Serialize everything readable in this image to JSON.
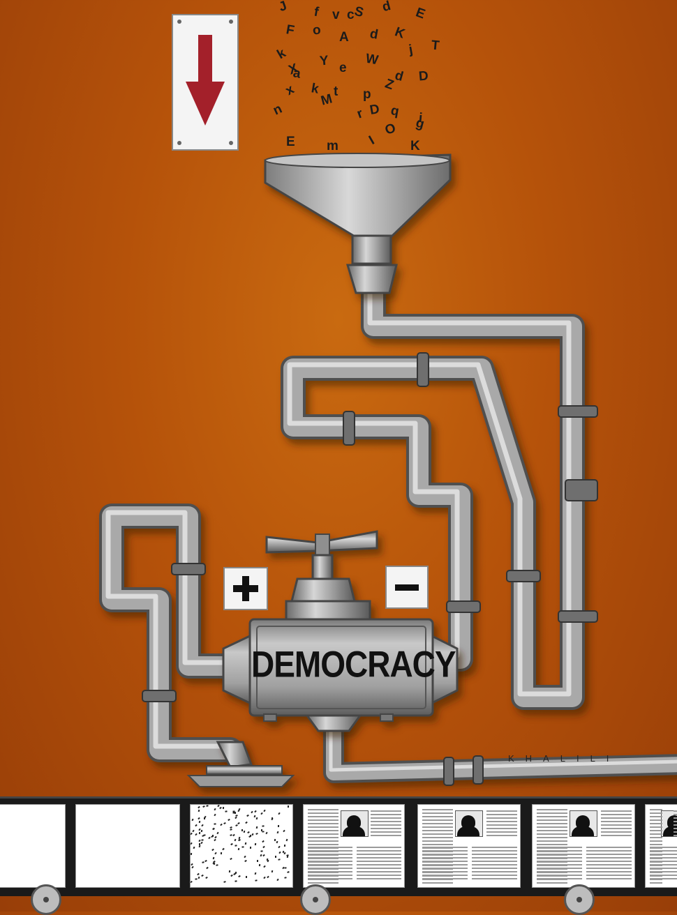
{
  "machine_label": "DEMOCRACY",
  "artist_signature": "KHALILI",
  "signs": {
    "arrow": "down-arrow-icon",
    "plus": "+",
    "minus": "−"
  },
  "falling_letters": [
    "J",
    "f",
    "v",
    "c",
    "S",
    "d",
    "E",
    "k",
    "F",
    "o",
    "A",
    "d",
    "K",
    "T",
    "j",
    "X",
    "a",
    "Y",
    "e",
    "W",
    "d",
    "D",
    "x",
    "k",
    "t",
    "p",
    "Z",
    "n",
    "M",
    "D",
    "r",
    "q",
    "i",
    "E",
    "m",
    "I",
    "O",
    "g",
    "K"
  ],
  "colors": {
    "background": "#b5520a",
    "pipe": "#9c9c9c",
    "pipe_light": "#cfcfcf",
    "pipe_dark": "#5e5e5e",
    "arrow": "#a3202a"
  }
}
